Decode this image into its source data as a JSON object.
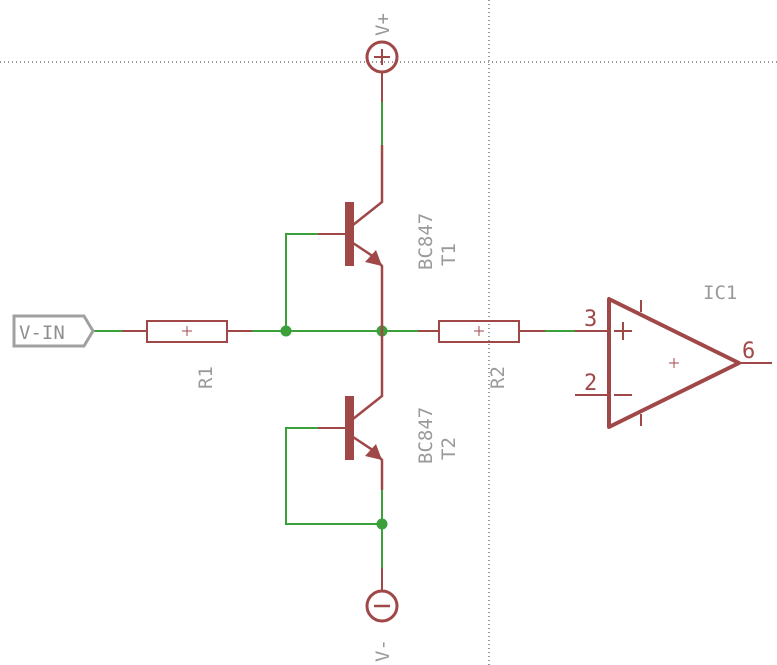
{
  "supply_pos_label": "V+",
  "supply_neg_label": "V-",
  "input_port_label": "V-IN",
  "r1": {
    "name": "R1"
  },
  "r2": {
    "name": "R2"
  },
  "t1": {
    "value": "BC847",
    "name": "T1"
  },
  "t2": {
    "value": "BC847",
    "name": "T2"
  },
  "ic1": {
    "name": "IC1",
    "pin_noninv": "3",
    "pin_inv": "2",
    "pin_out": "6"
  },
  "colors": {
    "symbol": "#a04848",
    "wire": "#3aa03a",
    "text": "#9a9a9a",
    "port": "#a0a0a0"
  }
}
